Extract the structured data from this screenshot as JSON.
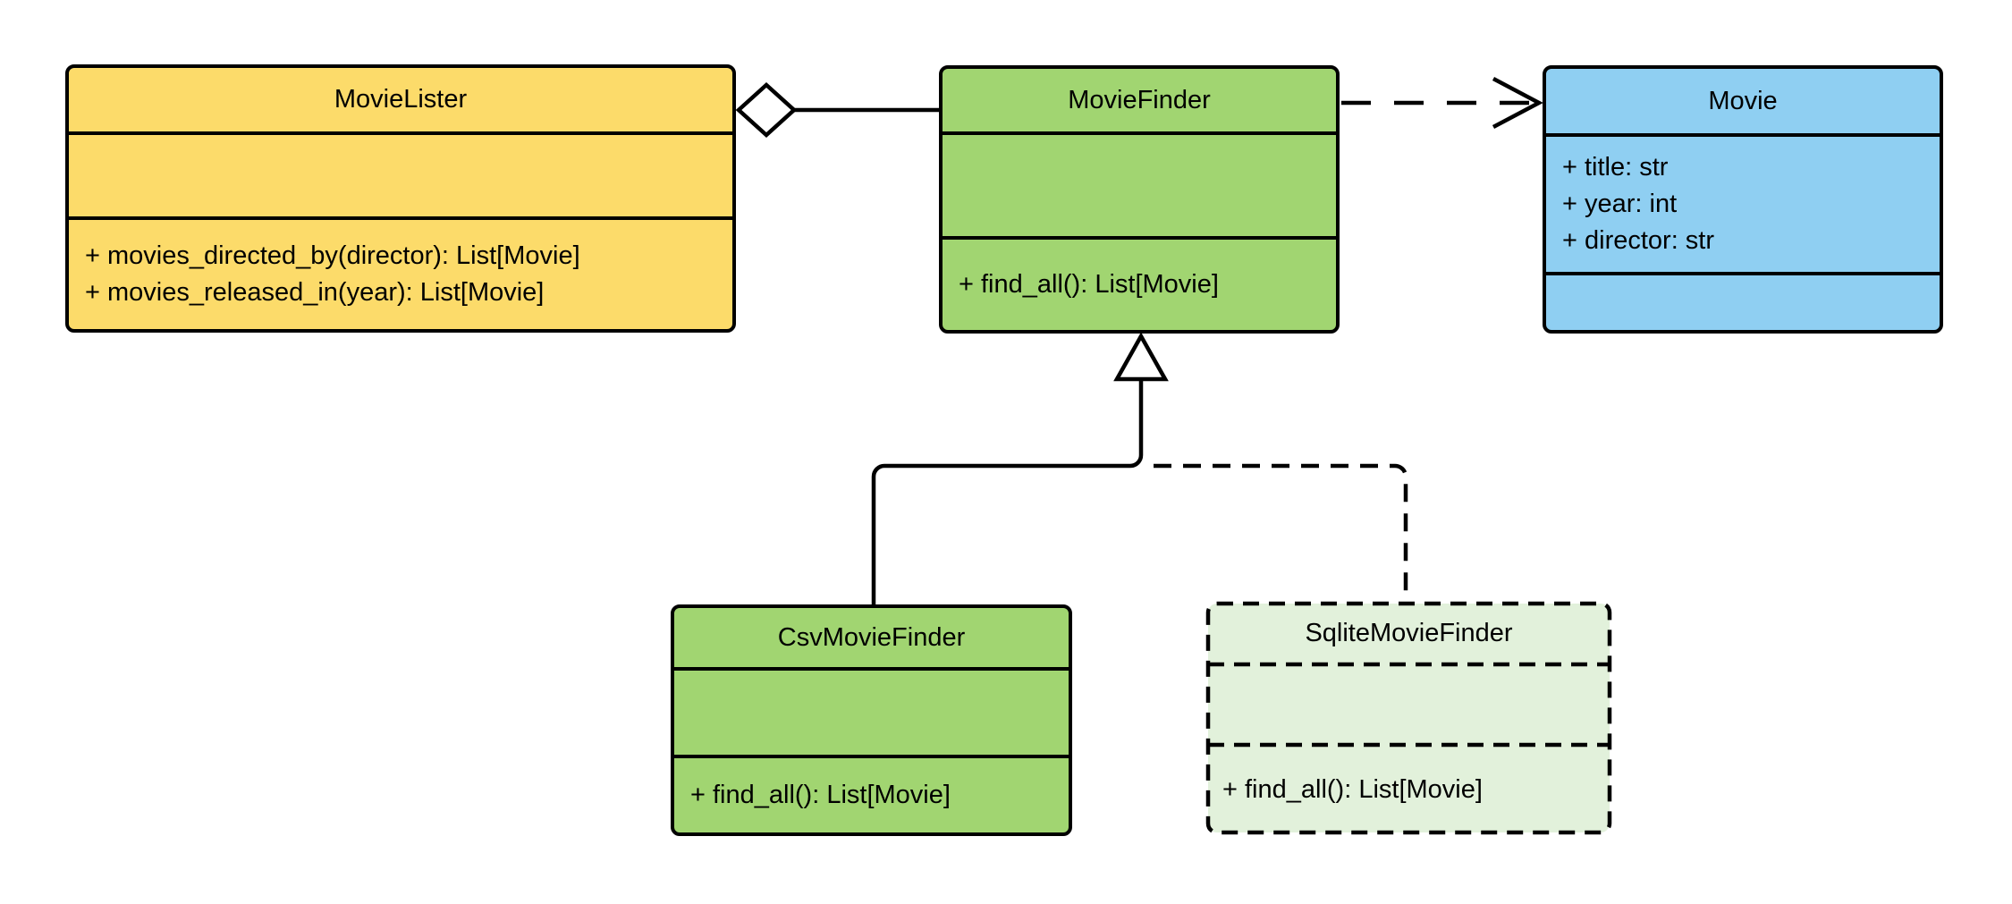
{
  "diagram_type": "uml-class-diagram",
  "classes": {
    "movie_lister": {
      "name": "MovieLister",
      "attributes": [],
      "methods": [
        "+ movies_directed_by(director): List[Movie]",
        "+ movies_released_in(year): List[Movie]"
      ],
      "fill": "#fcdb6a",
      "border_style": "solid"
    },
    "movie_finder": {
      "name": "MovieFinder",
      "attributes": [],
      "methods": [
        "+ find_all(): List[Movie]"
      ],
      "fill": "#a1d571",
      "border_style": "solid"
    },
    "movie": {
      "name": "Movie",
      "attributes": [
        "+ title: str",
        "+ year: int",
        "+ director: str"
      ],
      "methods": [],
      "fill": "#8fcff2",
      "border_style": "solid"
    },
    "csv_movie_finder": {
      "name": "CsvMovieFinder",
      "attributes": [],
      "methods": [
        "+ find_all(): List[Movie]"
      ],
      "fill": "#a1d571",
      "border_style": "solid"
    },
    "sqlite_movie_finder": {
      "name": "SqliteMovieFinder",
      "attributes": [],
      "methods": [
        "+ find_all(): List[Movie]"
      ],
      "fill": "#e2f1db",
      "border_style": "dashed"
    }
  },
  "relationships": [
    {
      "type": "aggregation",
      "from": "movie_lister",
      "to": "movie_finder",
      "line": "solid",
      "marker": "hollow-diamond"
    },
    {
      "type": "dependency",
      "from": "movie_finder",
      "to": "movie",
      "line": "dashed",
      "marker": "open-arrow"
    },
    {
      "type": "generalization",
      "from": "csv_movie_finder",
      "to": "movie_finder",
      "line": "solid",
      "marker": "hollow-triangle"
    },
    {
      "type": "generalization",
      "from": "sqlite_movie_finder",
      "to": "movie_finder",
      "line": "dashed",
      "marker": "hollow-triangle"
    }
  ],
  "colors": {
    "line": "#000000",
    "background": "#ffffff",
    "yellow": "#fcdb6a",
    "green": "#a1d571",
    "blue": "#8fcff2",
    "light_green": "#e2f1db"
  }
}
